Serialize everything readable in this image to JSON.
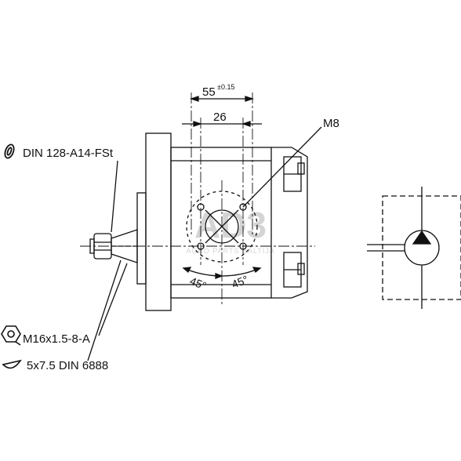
{
  "callouts": {
    "flange_standard": "DIN 128-A14-FSt",
    "nut_thread": "M16x1.5-8-A",
    "key_standard": "5x7.5 DIN 6888",
    "port_thread": "M8"
  },
  "dimensions": {
    "bolt_spacing_outer": "55",
    "bolt_spacing_outer_tolerance": "±0.15",
    "bolt_spacing_inner": "26",
    "angle_left": "45°",
    "angle_right": "45°"
  },
  "watermark": {
    "logo_text": "AD3",
    "tagline": "AGRO PARTS BALTIJA"
  },
  "colors": {
    "line": "#111111",
    "watermark": "#d4d4d4",
    "background": "#ffffff"
  }
}
